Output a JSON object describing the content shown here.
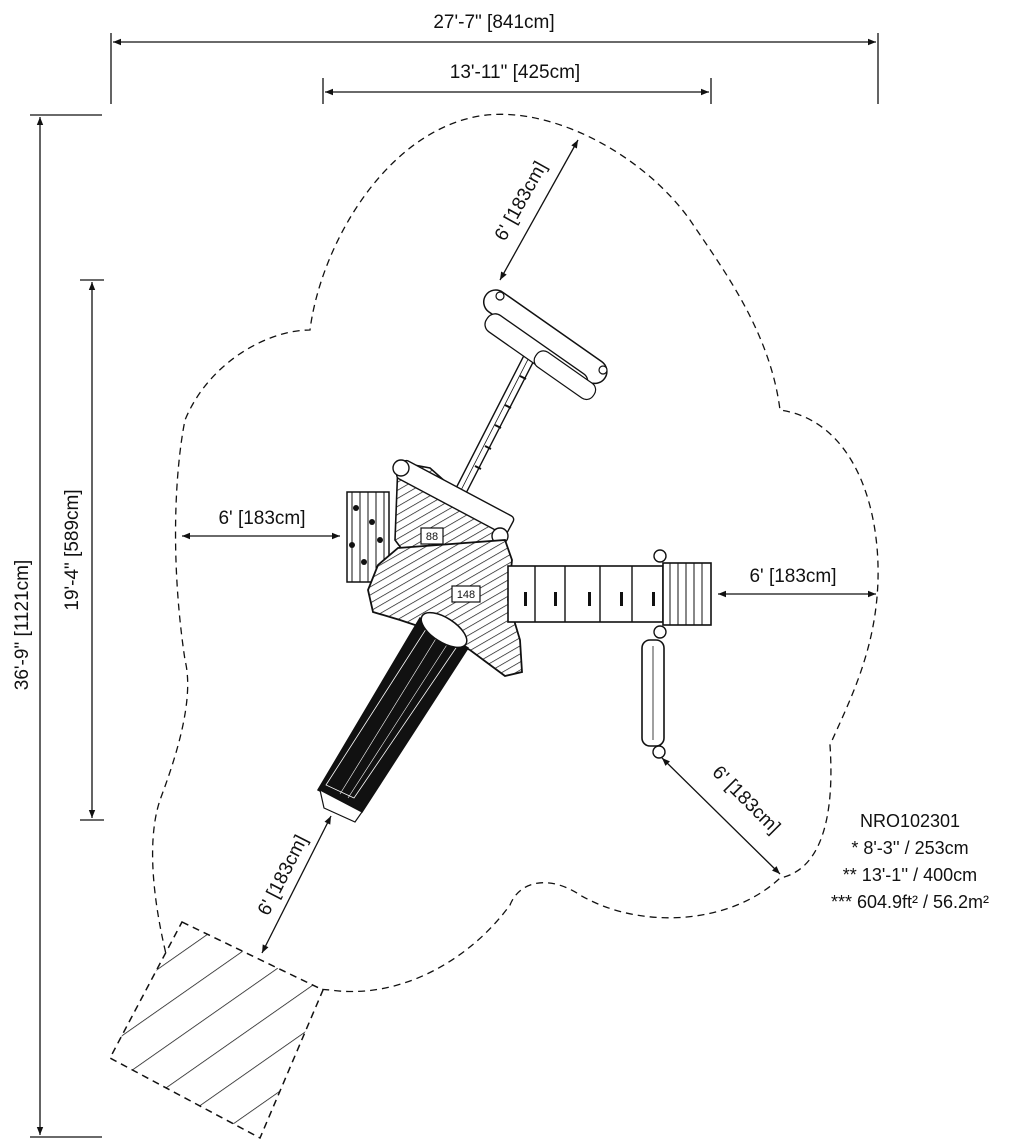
{
  "dimensions": {
    "overall_width": "27'-7\" [841cm]",
    "structure_width": "13'-11\" [425cm]",
    "overall_length": "36'-9\" [1121cm]",
    "structure_length": "19'-4\" [589cm]",
    "clearance_top": "6' [183cm]",
    "clearance_left": "6' [183cm]",
    "clearance_right": "6' [183cm]",
    "clearance_lower_right": "6' [183cm]",
    "clearance_lower_left": "6' [183cm]"
  },
  "deck_tags": {
    "upper_deck": "88",
    "main_deck": "148"
  },
  "legend": {
    "model": "NRO102301",
    "line1": "* 8'-3'' / 253cm",
    "line2": "** 13'-1'' / 400cm",
    "line3": "*** 604.9ft² / 56.2m²"
  }
}
